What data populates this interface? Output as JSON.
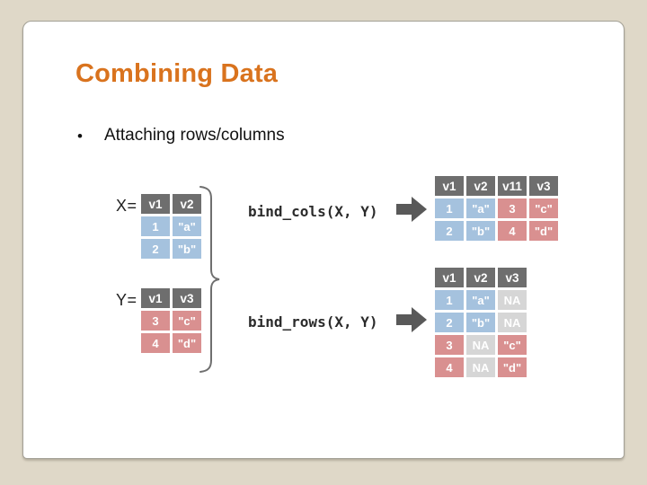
{
  "slide": {
    "title": "Combining Data",
    "bullet_marker": "•",
    "bullet": "Attaching rows/columns"
  },
  "colors": {
    "canvas_bg": "#dfd8c8",
    "accent_title": "#d9731e",
    "header": "#6e6e6e",
    "blue": "#a5c2de",
    "pink": "#d99090",
    "na": "#d6d6d6",
    "arrow": "#595959",
    "brace": "#6f6f6f"
  },
  "diagram": {
    "x_label": "X=",
    "y_label": "Y=",
    "bind_cols_code": "bind_cols(X, Y)",
    "bind_rows_code": "bind_rows(X, Y)",
    "arrow_icon": "right-block-arrow",
    "brace_icon": "closing-curly-brace",
    "tables": {
      "x": {
        "headers": [
          "v1",
          "v2"
        ],
        "rows": [
          [
            {
              "t": "1",
              "c": "blue"
            },
            {
              "t": "\"a\"",
              "c": "blue"
            }
          ],
          [
            {
              "t": "2",
              "c": "blue"
            },
            {
              "t": "\"b\"",
              "c": "blue"
            }
          ]
        ]
      },
      "y": {
        "headers": [
          "v1",
          "v3"
        ],
        "rows": [
          [
            {
              "t": "3",
              "c": "pink"
            },
            {
              "t": "\"c\"",
              "c": "pink"
            }
          ],
          [
            {
              "t": "4",
              "c": "pink"
            },
            {
              "t": "\"d\"",
              "c": "pink"
            }
          ]
        ]
      },
      "bind_cols_result": {
        "headers": [
          "v1",
          "v2",
          "v11",
          "v3"
        ],
        "rows": [
          [
            {
              "t": "1",
              "c": "blue"
            },
            {
              "t": "\"a\"",
              "c": "blue"
            },
            {
              "t": "3",
              "c": "pink"
            },
            {
              "t": "\"c\"",
              "c": "pink"
            }
          ],
          [
            {
              "t": "2",
              "c": "blue"
            },
            {
              "t": "\"b\"",
              "c": "blue"
            },
            {
              "t": "4",
              "c": "pink"
            },
            {
              "t": "\"d\"",
              "c": "pink"
            }
          ]
        ]
      },
      "bind_rows_result": {
        "headers": [
          "v1",
          "v2",
          "v3"
        ],
        "rows": [
          [
            {
              "t": "1",
              "c": "blue"
            },
            {
              "t": "\"a\"",
              "c": "blue"
            },
            {
              "t": "NA",
              "c": "na"
            }
          ],
          [
            {
              "t": "2",
              "c": "blue"
            },
            {
              "t": "\"b\"",
              "c": "blue"
            },
            {
              "t": "NA",
              "c": "na"
            }
          ],
          [
            {
              "t": "3",
              "c": "pink"
            },
            {
              "t": "NA",
              "c": "na"
            },
            {
              "t": "\"c\"",
              "c": "pink"
            }
          ],
          [
            {
              "t": "4",
              "c": "pink"
            },
            {
              "t": "NA",
              "c": "na"
            },
            {
              "t": "\"d\"",
              "c": "pink"
            }
          ]
        ]
      }
    }
  }
}
